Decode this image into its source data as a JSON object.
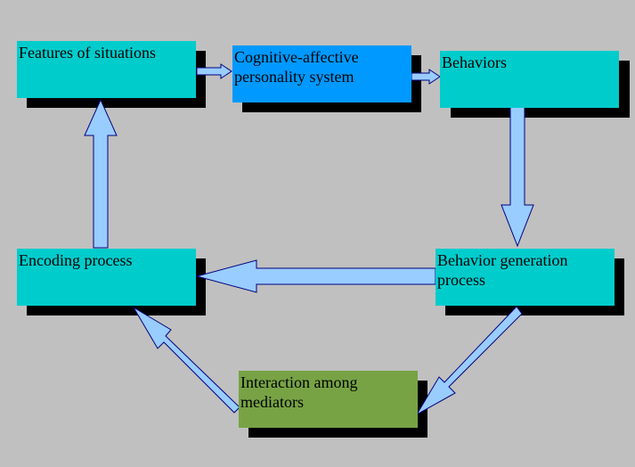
{
  "nodes": {
    "features": {
      "label": "Features of situations",
      "color": "#00cccc"
    },
    "caps": {
      "label": "Cognitive-affective personality system",
      "color": "#0099ff"
    },
    "behaviors": {
      "label": "Behaviors",
      "color": "#00cccc"
    },
    "behavior_generation": {
      "label": "Behavior generation process",
      "color": "#00cccc"
    },
    "encoding": {
      "label": "Encoding process",
      "color": "#00cccc"
    },
    "interaction": {
      "label": "Interaction among mediators",
      "color": "#77a345"
    }
  },
  "edges": [
    {
      "from": "features",
      "to": "caps"
    },
    {
      "from": "caps",
      "to": "behaviors"
    },
    {
      "from": "behaviors",
      "to": "behavior_generation"
    },
    {
      "from": "behavior_generation",
      "to": "encoding"
    },
    {
      "from": "behavior_generation",
      "to": "interaction"
    },
    {
      "from": "interaction",
      "to": "encoding"
    },
    {
      "from": "encoding",
      "to": "features"
    }
  ],
  "colors": {
    "background": "#c0c0c0",
    "arrow_fill": "#99ccff",
    "arrow_stroke": "#000080",
    "shadow": "#000000"
  }
}
